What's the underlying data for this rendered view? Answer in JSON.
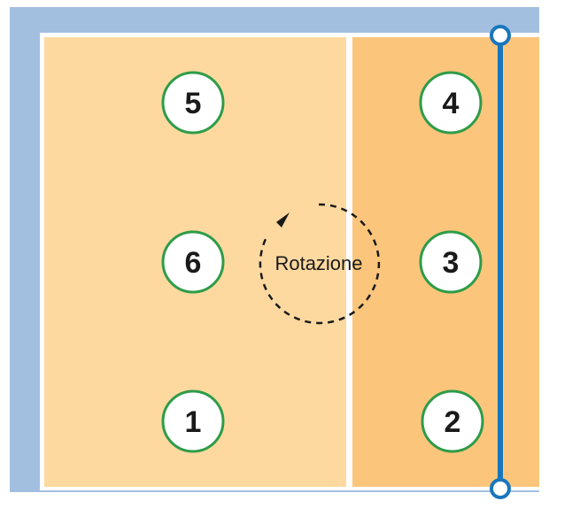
{
  "diagram": {
    "rotation_label": "Rotazione",
    "positions": [
      {
        "number": "5",
        "zone": "back-row"
      },
      {
        "number": "4",
        "zone": "front-row"
      },
      {
        "number": "6",
        "zone": "back-row"
      },
      {
        "number": "3",
        "zone": "front-row"
      },
      {
        "number": "1",
        "zone": "back-row"
      },
      {
        "number": "2",
        "zone": "front-row"
      }
    ],
    "colors": {
      "border": "#a3bfe0",
      "back_zone": "#fdd9a0",
      "front_zone": "#fcc57c",
      "lines": "#ffffff",
      "net": "#1877bc",
      "circle_stroke": "#2e9c48",
      "circle_fill": "#ffffff",
      "text": "#1a1a1a"
    }
  }
}
